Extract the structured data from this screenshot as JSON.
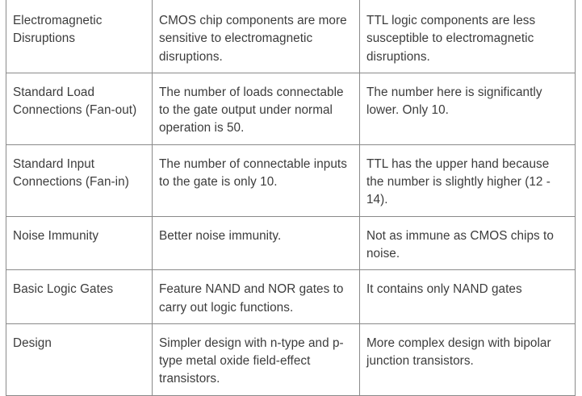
{
  "rows": [
    {
      "feature": "Electromagnetic Disruptions",
      "cmos": "CMOS chip components are more sensitive to electromagnetic disruptions.",
      "ttl": "TTL logic components are less susceptible to electromagnetic disruptions."
    },
    {
      "feature": "Standard Load Connections (Fan-out)",
      "cmos": "The number of loads connectable to the gate output under normal operation is 50.",
      "ttl": "The number here is significantly lower. Only 10."
    },
    {
      "feature": "Standard Input Connections (Fan-in)",
      "cmos": "The number of connectable inputs to the gate is only 10.",
      "ttl": "TTL has the upper hand because the number is slightly higher (12 - 14)."
    },
    {
      "feature": "Noise Immunity",
      "cmos": "Better noise immunity.",
      "ttl": "Not as immune as CMOS chips to noise."
    },
    {
      "feature": "Basic Logic Gates",
      "cmos": "Feature NAND and NOR gates to carry out logic functions.",
      "ttl": "It contains only NAND gates"
    },
    {
      "feature": "Design",
      "cmos": "Simpler design with n-type and p-type metal oxide field-effect transistors.",
      "ttl": "More complex design with bipolar junction transistors."
    }
  ]
}
